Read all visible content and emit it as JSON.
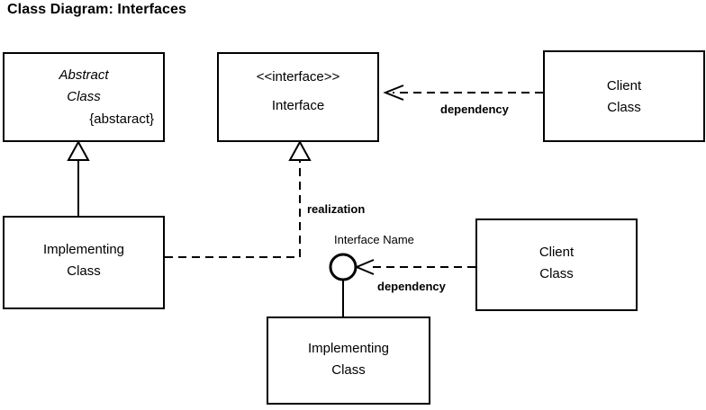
{
  "diagram": {
    "title": "Class Diagram: Interfaces",
    "type": "uml-class-diagram",
    "background_color": "#ffffff",
    "stroke_color": "#000000"
  },
  "nodes": {
    "abstract_class": {
      "line1": "Abstract",
      "line2": "Class",
      "tag": "{abstaract}"
    },
    "interface": {
      "stereotype": "<<interface>>",
      "name": "Interface"
    },
    "client_class_top": {
      "line1": "Client",
      "line2": "Class"
    },
    "implementing_class_left": {
      "line1": "Implementing",
      "line2": "Class"
    },
    "client_class_bottom": {
      "line1": "Client",
      "line2": "Class"
    },
    "implementing_class_bottom": {
      "line1": "Implementing",
      "line2": "Class"
    }
  },
  "edges": {
    "dependency_top": "dependency",
    "realization": "realization",
    "dependency_bottom": "dependency",
    "interface_ball": "Interface Name"
  }
}
